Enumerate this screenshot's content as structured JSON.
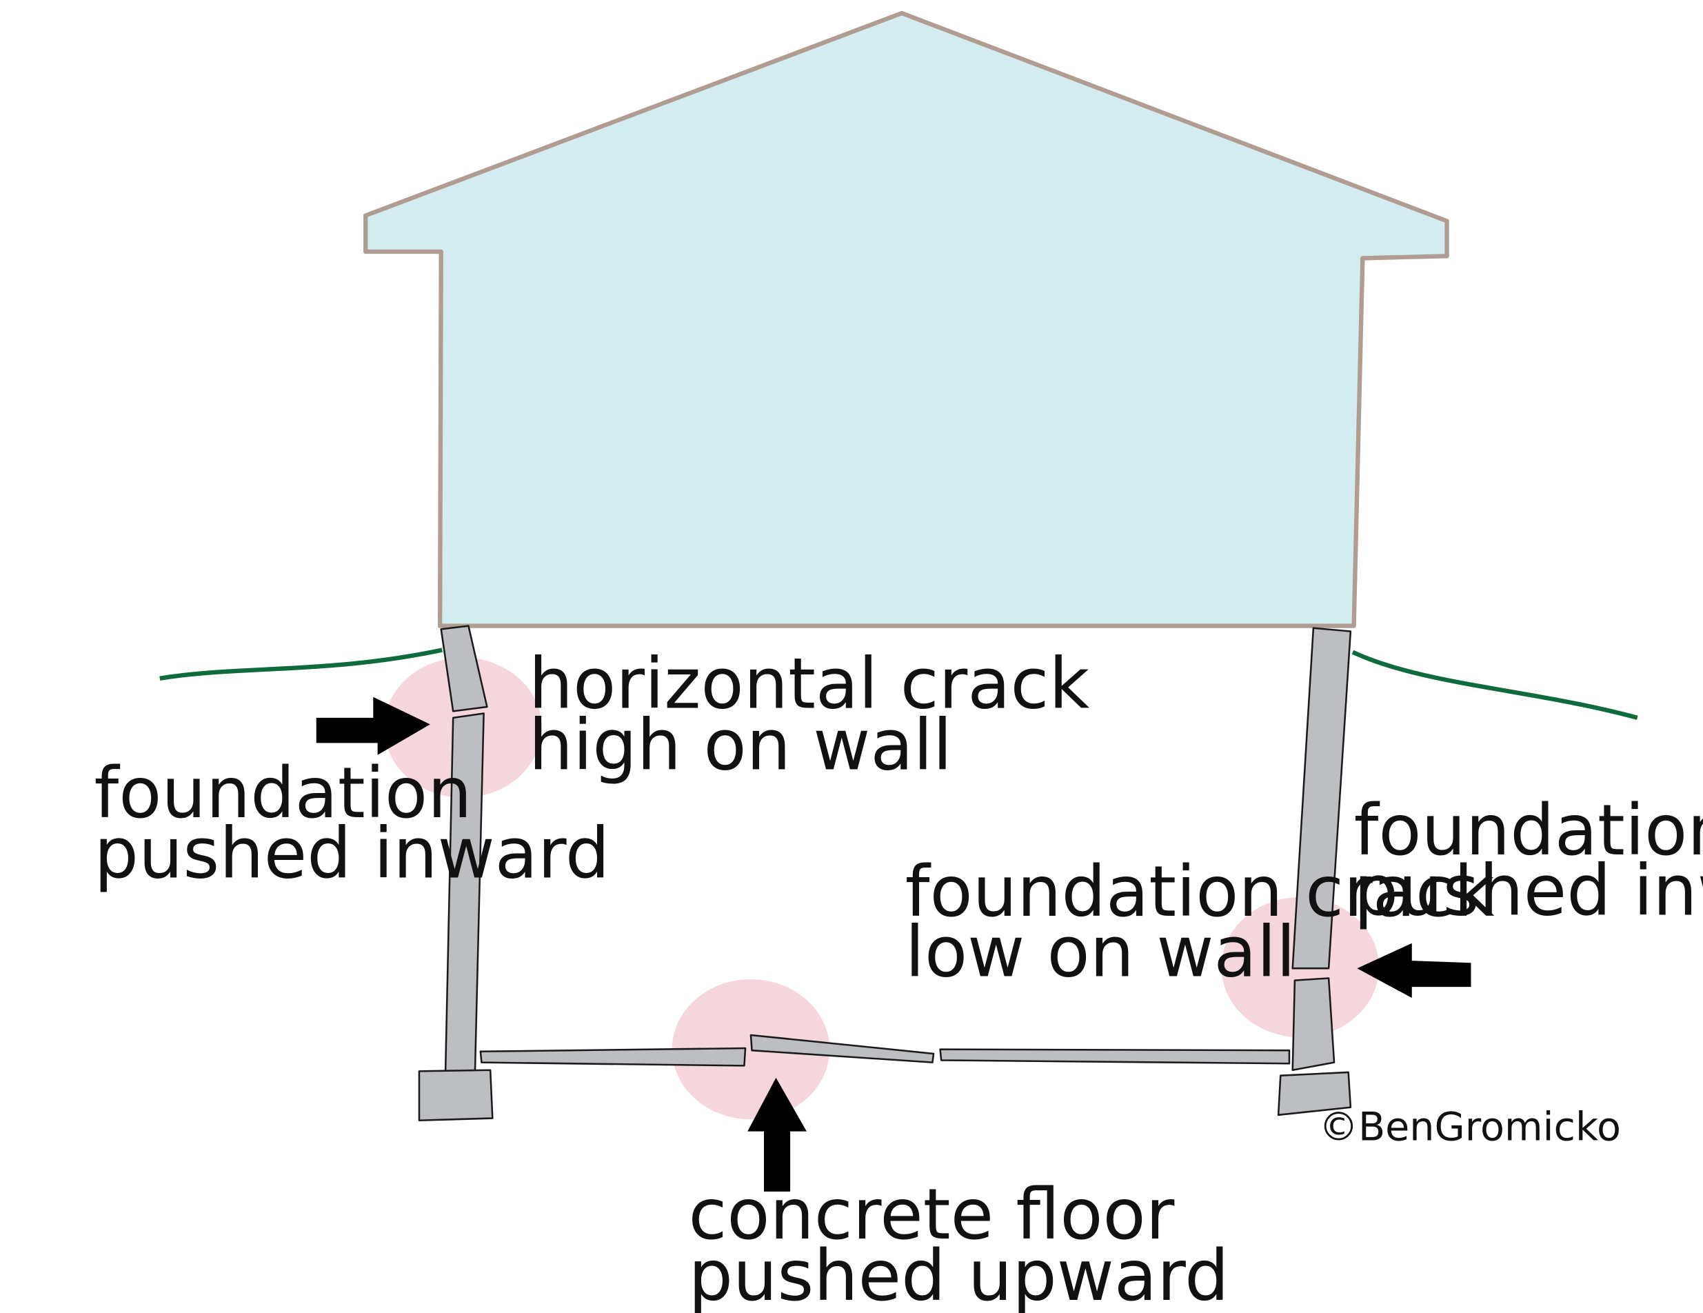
{
  "labels": {
    "horizontal_crack": [
      "horizontal crack",
      "high on wall"
    ],
    "left_pushed": [
      "foundation",
      "pushed inward"
    ],
    "right_pushed": [
      "foundation",
      "pushed inward"
    ],
    "low_crack": [
      "foundation crack",
      "low on wall"
    ],
    "floor_pushed": [
      "concrete floor",
      "pushed upward"
    ],
    "credit": "©BenGromicko"
  },
  "colors": {
    "house_fill": "#d3ecef",
    "house_outline": "#b19c91",
    "ground_line": "#0f6b3c",
    "wall_fill": "#bdbec2",
    "highlight": "#f5d6dd",
    "arrow": "#000000"
  }
}
